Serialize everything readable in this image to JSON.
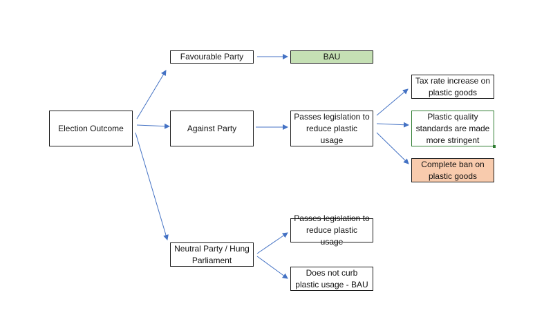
{
  "colors": {
    "arrow": "#4472C4",
    "bau_fill": "#C5E0B4",
    "ban_fill": "#F8CBAD",
    "selection": "#2F7D32"
  },
  "nodes": {
    "election_outcome": "Election Outcome",
    "favourable_party": "Favourable Party",
    "bau": "BAU",
    "against_party": "Against Party",
    "against_legislation": "Passes legislation to reduce plastic usage",
    "tax_increase": "Tax rate increase on plastic goods",
    "quality_standards": "Plastic quality standards are made more stringent",
    "complete_ban": "Complete ban on plastic goods",
    "neutral_party": "Neutral Party / Hung Parliament",
    "neutral_legislation": "Passes legislation to reduce plastic usage",
    "no_curb": "Does not curb plastic usage - BAU"
  },
  "edges": [
    [
      "election_outcome",
      "favourable_party"
    ],
    [
      "election_outcome",
      "against_party"
    ],
    [
      "election_outcome",
      "neutral_party"
    ],
    [
      "favourable_party",
      "bau"
    ],
    [
      "against_party",
      "against_legislation"
    ],
    [
      "against_legislation",
      "tax_increase"
    ],
    [
      "against_legislation",
      "quality_standards"
    ],
    [
      "against_legislation",
      "complete_ban"
    ],
    [
      "neutral_party",
      "neutral_legislation"
    ],
    [
      "neutral_party",
      "no_curb"
    ]
  ],
  "selected_node": "quality_standards"
}
